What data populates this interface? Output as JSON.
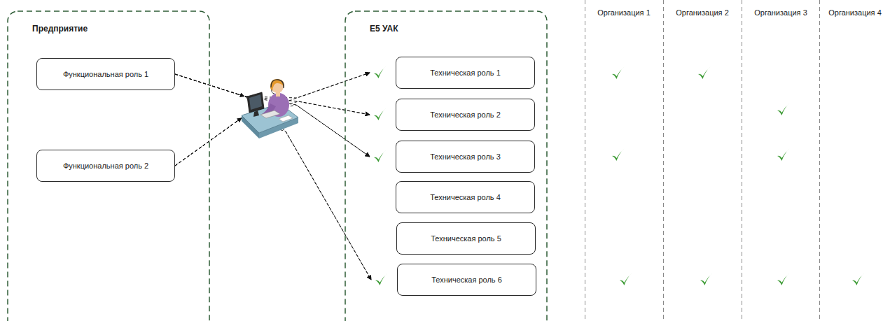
{
  "diagram": {
    "nodes": [
      {
        "text": [
          "Предприятие"
        ]
      },
      {
        "text": [
          "Функциональная роль 1"
        ],
        "in": 0
      },
      {
        "text": [
          "Функциональная роль 2"
        ],
        "in": 0
      },
      {
        "text": [
          "E5 УАК"
        ]
      },
      {
        "text": [
          "Техническая роль 1"
        ],
        "in": 3
      },
      {
        "text": [
          "Техническая роль 2"
        ],
        "in": 3
      },
      {
        "text": [
          "Техническая роль 3"
        ],
        "in": 3
      },
      {
        "text": [
          "Техническая роль 4"
        ],
        "in": 3
      },
      {
        "text": [
          "Техническая роль 5"
        ],
        "in": 3
      },
      {
        "text": [
          "Техническая роль 6"
        ],
        "in": 3
      }
    ],
    "edges": [
      {
        "from": 1,
        "to": 4,
        "arrow": "to"
      },
      {
        "from": 1,
        "to": 5,
        "arrow": "to"
      },
      {
        "from": 1,
        "to": 6,
        "arrow": "to"
      },
      {
        "from": 1,
        "to": 9,
        "arrow": "to"
      },
      {
        "from": 2,
        "to": 4,
        "arrow": "to"
      },
      {
        "from": 2,
        "to": 5,
        "arrow": "to"
      },
      {
        "from": 2,
        "to": 6,
        "arrow": "to"
      },
      {
        "from": 2,
        "to": 9,
        "arrow": "to"
      }
    ],
    "labels": [
      "Организация 1",
      "Организация 2",
      "Организация 3",
      "Организация 4"
    ]
  }
}
